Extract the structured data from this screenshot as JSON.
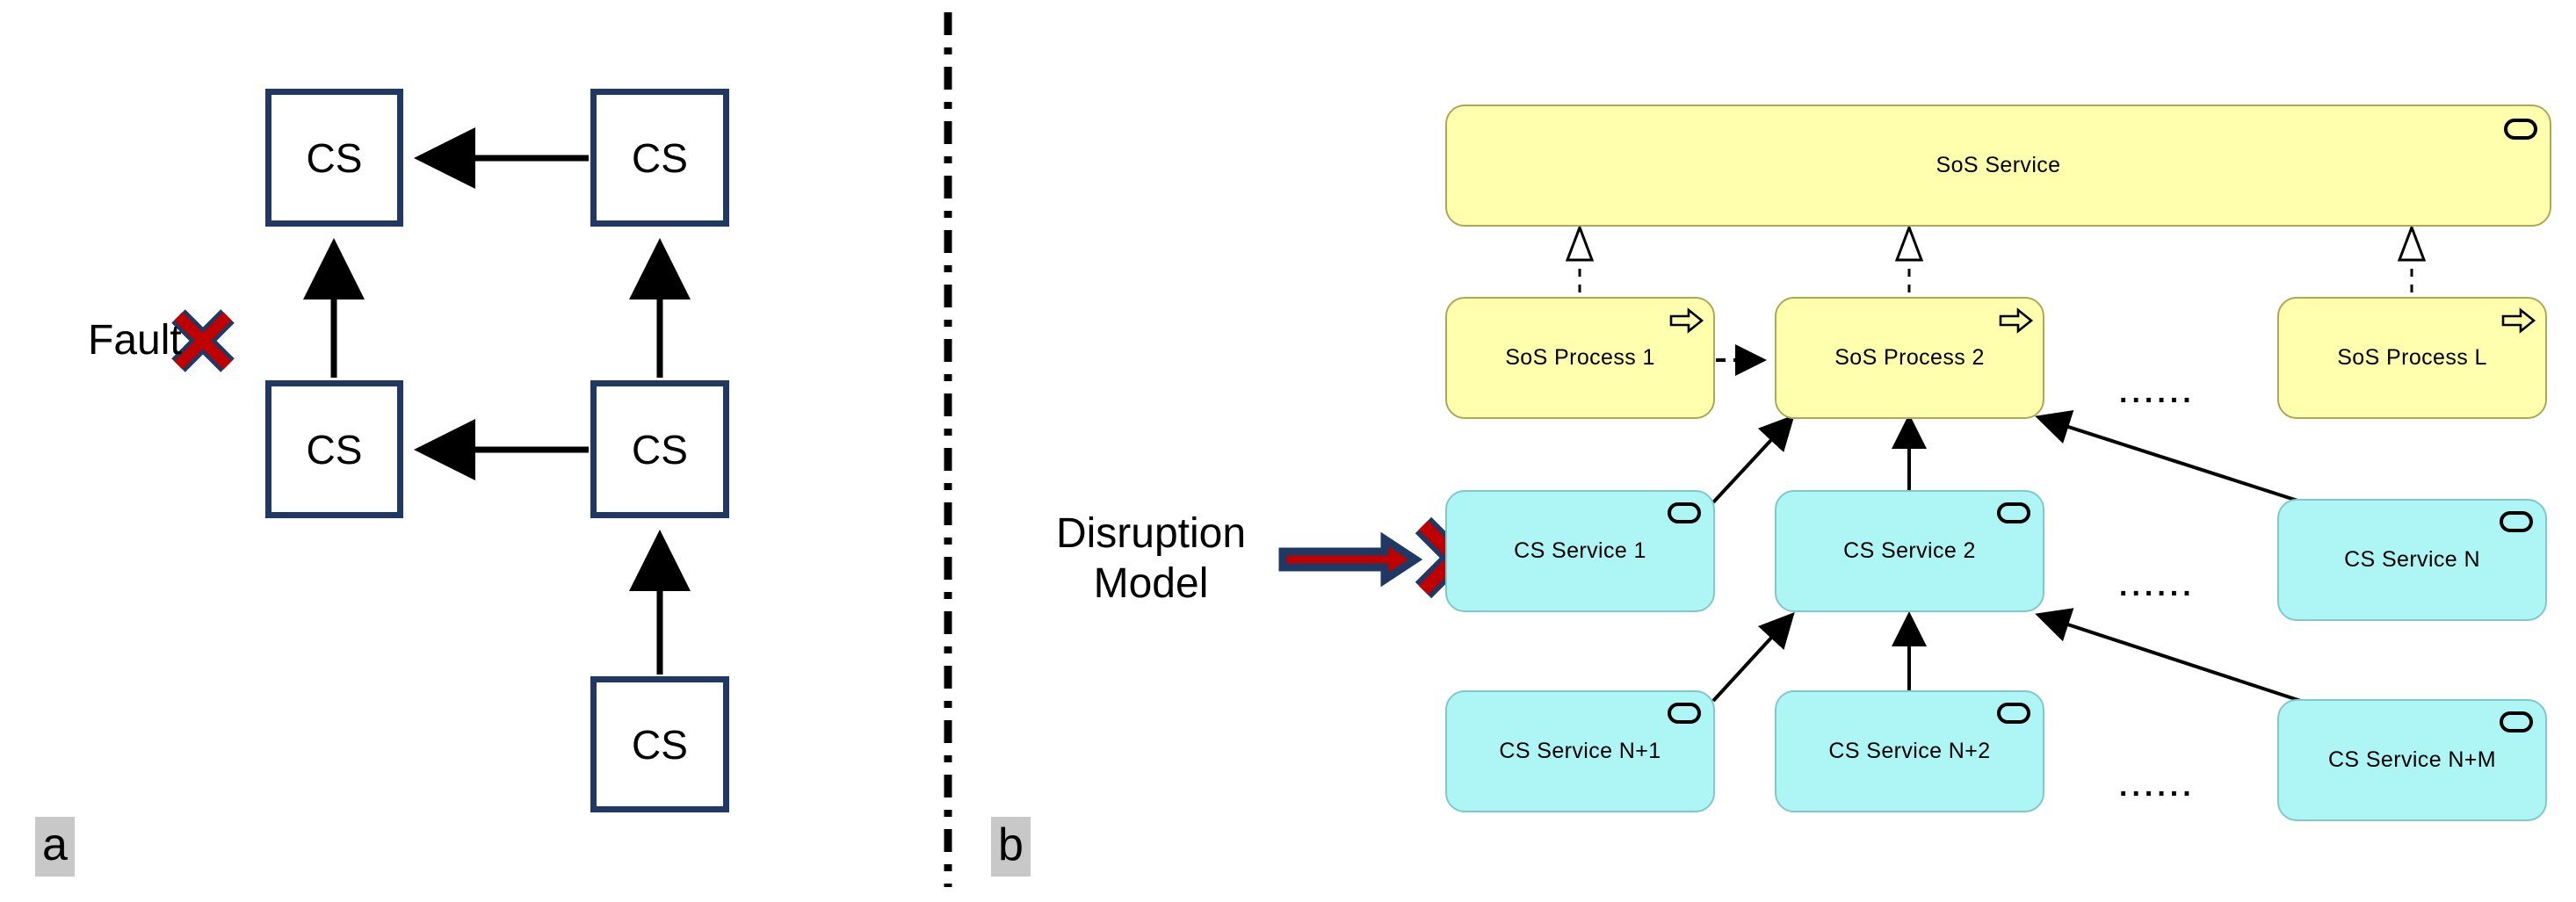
{
  "figure": {
    "panel_a": {
      "caption": "a",
      "fault_label": "Fault",
      "node_label": "CS",
      "nodes": [
        {
          "id": "cs-top-left",
          "label": "CS"
        },
        {
          "id": "cs-top-right",
          "label": "CS"
        },
        {
          "id": "cs-mid-left",
          "label": "CS"
        },
        {
          "id": "cs-mid-right",
          "label": "CS"
        },
        {
          "id": "cs-bottom",
          "label": "CS"
        }
      ],
      "edges": [
        {
          "from": "cs-top-right",
          "to": "cs-top-left",
          "style": "solid-arrow"
        },
        {
          "from": "cs-mid-right",
          "to": "cs-mid-left",
          "style": "solid-arrow"
        },
        {
          "from": "cs-mid-left",
          "to": "cs-top-left",
          "style": "solid-arrow",
          "marker": "fault-x"
        },
        {
          "from": "cs-mid-right",
          "to": "cs-top-right",
          "style": "solid-arrow"
        },
        {
          "from": "cs-bottom",
          "to": "cs-mid-right",
          "style": "solid-arrow"
        }
      ]
    },
    "panel_b": {
      "caption": "b",
      "disruption_label_line1": "Disruption",
      "disruption_label_line2": "Model",
      "ellipsis": "......",
      "sos_service": {
        "label": "SoS Service",
        "icon": "service-icon"
      },
      "sos_processes": [
        {
          "label": "SoS Process 1",
          "icon": "process-arrow-icon"
        },
        {
          "label": "SoS Process 2",
          "icon": "process-arrow-icon"
        },
        {
          "label": "SoS Process L",
          "icon": "process-arrow-icon"
        }
      ],
      "cs_services_top": [
        {
          "label": "CS Service 1",
          "icon": "service-icon"
        },
        {
          "label": "CS Service 2",
          "icon": "service-icon"
        },
        {
          "label": "CS Service N",
          "icon": "service-icon"
        }
      ],
      "cs_services_bottom": [
        {
          "label": "CS Service N+1",
          "icon": "service-icon"
        },
        {
          "label": "CS Service N+2",
          "icon": "service-icon"
        },
        {
          "label": "CS Service N+M",
          "icon": "service-icon"
        }
      ]
    },
    "colors": {
      "cs_box_border": "#1F3864",
      "sos_fill": "#FFFFAD",
      "sos_border": "#AAAA55",
      "cs_service_fill": "#AEF5F5",
      "cs_service_border": "#7FC9C9",
      "fault_x_fill": "#C00000",
      "fault_x_outline": "#1F3864",
      "caption_background": "#C8C8C8"
    }
  }
}
